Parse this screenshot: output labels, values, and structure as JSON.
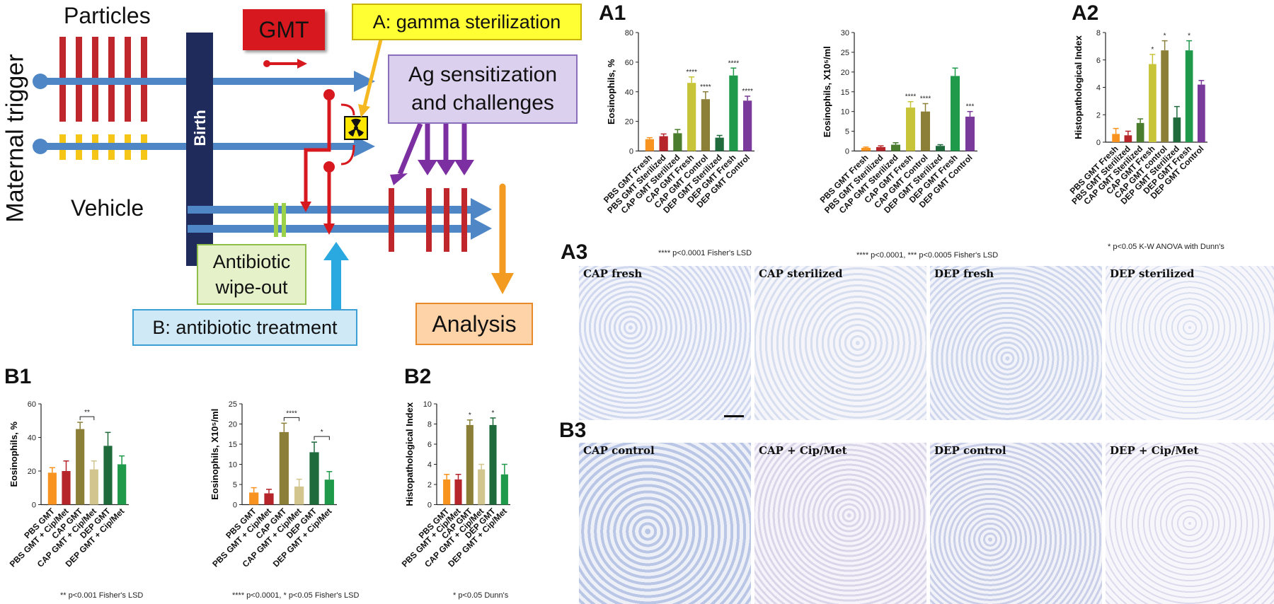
{
  "schematic": {
    "particles": "Particles",
    "vehicle": "Vehicle",
    "maternal_trigger": "Maternal trigger",
    "birth": "Birth",
    "gmt": "GMT",
    "gamma": "A: gamma sterilization",
    "ag": "Ag sensitization and challenges",
    "antibiotic_wipeout": "Antibiotic wipe-out",
    "antibiotic_treatment": "B: antibiotic treatment",
    "analysis": "Analysis",
    "colors": {
      "particles": "#c0272d",
      "vehicle": "#f5c518",
      "arrow": "#4f86c6",
      "birth": "#1f2b5a",
      "gmt": "#d7191f",
      "gamma": "#ffff33",
      "ag": "#dcd0ef",
      "wipe": "#e4f1c9",
      "treat": "#cfe9f7",
      "analysis": "#ffd3a8",
      "orange": "#f39a20",
      "purple": "#7b2fa0",
      "cyan": "#2aa8e0"
    }
  },
  "panel_letters": {
    "a1": "A1",
    "a2": "A2",
    "a3": "A3",
    "b1": "B1",
    "b2": "B2",
    "b3": "B3"
  },
  "notes": {
    "a1_left": "**** p<0.0001 Fisher's LSD",
    "a1_right": "**** p<0.0001, *** p<0.0005 Fisher's LSD",
    "a2": "* p<0.05 K-W ANOVA with Dunn's",
    "b1_left": "** p<0.001 Fisher's LSD",
    "b1_right": "**** p<0.0001, * p<0.05 Fisher's LSD",
    "b2": "* p<0.05 Dunn's"
  },
  "micrographs": {
    "a3": [
      "CAP fresh",
      "CAP sterilized",
      "DEP fresh",
      "DEP sterilized"
    ],
    "b3": [
      "CAP control",
      "CAP + Cip/Met",
      "DEP control",
      "DEP + Cip/Met"
    ]
  },
  "chart_data": [
    {
      "id": "a1_eos_pct",
      "type": "bar",
      "ylabel": "Eosinophils, %",
      "ylim": [
        0,
        80
      ],
      "yticks": [
        0,
        20,
        40,
        60,
        80
      ],
      "categories": [
        "PBS GMT Fresh",
        "PBS GMT Sterilized",
        "CAP GMT Sterilized",
        "CAP GMT Fresh",
        "CAP GMT Control",
        "DEP GMT Sterilized",
        "DEP GMT Fresh",
        "DEP GMT Control"
      ],
      "values": [
        8,
        10,
        12,
        46,
        35,
        9,
        51,
        34
      ],
      "errors": [
        1,
        1.5,
        2.5,
        4,
        5,
        1.5,
        5,
        3
      ],
      "sig": [
        "",
        "",
        "",
        "****",
        "****",
        "",
        "****",
        "****"
      ],
      "colors": [
        "#f7931e",
        "#b5252a",
        "#4a7d2e",
        "#c8c43a",
        "#8c8038",
        "#1f6b3c",
        "#1e9a4a",
        "#7a3a9c"
      ]
    },
    {
      "id": "a1_eos_abs",
      "type": "bar",
      "ylabel": "Eosinophils, X10⁵/ml",
      "ylim": [
        0,
        30
      ],
      "yticks": [
        0,
        5,
        10,
        15,
        20,
        25,
        30
      ],
      "categories": [
        "PBS GMT Fresh",
        "PBS GMT Sterilized",
        "CAP GMT Sterilized",
        "CAP GMT Fresh",
        "CAP GMT Control",
        "DEP GMT Sterilized",
        "DEP GMT Fresh",
        "DEP GMT Control"
      ],
      "values": [
        0.8,
        1,
        1.6,
        11,
        10,
        1.3,
        19,
        8.7
      ],
      "errors": [
        0.2,
        0.3,
        0.5,
        1.5,
        2,
        0.3,
        2,
        1.3
      ],
      "sig": [
        "",
        "",
        "",
        "****",
        "****",
        "",
        "",
        "***"
      ],
      "colors": [
        "#f7931e",
        "#b5252a",
        "#4a7d2e",
        "#c8c43a",
        "#8c8038",
        "#1f6b3c",
        "#1e9a4a",
        "#7a3a9c"
      ]
    },
    {
      "id": "a2_histo",
      "type": "bar",
      "ylabel": "Histopathological Index",
      "ylim": [
        0,
        8
      ],
      "yticks": [
        0,
        2,
        4,
        6,
        8
      ],
      "categories": [
        "PBS GMT Fresh",
        "PBS GMT Sterilized",
        "CAP GMT Sterilized",
        "CAP GMT Fresh",
        "CAP GMT control",
        "DEP GMT Sterilized",
        "DEP GMT Fresh",
        "DEP GMT Control"
      ],
      "values": [
        0.6,
        0.5,
        1.4,
        5.7,
        6.7,
        1.8,
        6.7,
        4.2
      ],
      "errors": [
        0.4,
        0.3,
        0.3,
        0.7,
        0.7,
        0.8,
        0.7,
        0.3
      ],
      "sig": [
        "",
        "",
        "",
        "*",
        "*",
        "",
        "*",
        ""
      ],
      "colors": [
        "#f7931e",
        "#b5252a",
        "#4a7d2e",
        "#c8c43a",
        "#8c8038",
        "#1f6b3c",
        "#1e9a4a",
        "#7a3a9c"
      ]
    },
    {
      "id": "b1_eos_pct",
      "type": "bar",
      "ylabel": "Eosinophils, %",
      "ylim": [
        0,
        60
      ],
      "yticks": [
        0,
        20,
        40,
        60
      ],
      "categories": [
        "PBS GMT",
        "PBS GMT + Cip/Met",
        "CAP GMT",
        "CAP GMT + Cip/Met",
        "DEP GMT",
        "DEP GMT + Cip/Met"
      ],
      "values": [
        19,
        20,
        45,
        21,
        35,
        24
      ],
      "errors": [
        3,
        6,
        4,
        5,
        8,
        5
      ],
      "sig": [
        "",
        "",
        "",
        "",
        "",
        ""
      ],
      "brackets": [
        {
          "from": 2,
          "to": 3,
          "label": "**"
        }
      ],
      "colors": [
        "#f7931e",
        "#b5252a",
        "#8c8038",
        "#d2c58e",
        "#1f6b3c",
        "#1e9a4a"
      ]
    },
    {
      "id": "b1_eos_abs",
      "type": "bar",
      "ylabel": "Eosinophils, X10⁵/ml",
      "ylim": [
        0,
        25
      ],
      "yticks": [
        0,
        5,
        10,
        15,
        20,
        25
      ],
      "categories": [
        "PBS GMT",
        "PBS GMT + Cip/Met",
        "CAP GMT",
        "CAP GMT + Cip/Met",
        "DEP GMT",
        "DEP GMT + Cip/Met"
      ],
      "values": [
        3,
        2.8,
        18,
        4.5,
        13,
        6.2
      ],
      "errors": [
        1.2,
        1,
        2.2,
        1.8,
        2.5,
        2
      ],
      "sig": [
        "",
        "",
        "",
        "",
        "",
        ""
      ],
      "brackets": [
        {
          "from": 2,
          "to": 3,
          "label": "****"
        },
        {
          "from": 4,
          "to": 5,
          "label": "*"
        }
      ],
      "colors": [
        "#f7931e",
        "#b5252a",
        "#8c8038",
        "#d2c58e",
        "#1f6b3c",
        "#1e9a4a"
      ]
    },
    {
      "id": "b2_histo",
      "type": "bar",
      "ylabel": "Histopathological Index",
      "ylim": [
        0,
        10
      ],
      "yticks": [
        0,
        2,
        4,
        6,
        8,
        10
      ],
      "categories": [
        "PBS GMT",
        "PBS GMT + Cip/Met",
        "CAP GMT",
        "CAP GMT + Cip/Met",
        "DEP GMT",
        "DEP GMT + Cip/Met"
      ],
      "values": [
        2.5,
        2.5,
        7.9,
        3.5,
        7.9,
        3
      ],
      "errors": [
        0.5,
        0.5,
        0.5,
        0.5,
        0.7,
        1
      ],
      "sig": [
        "",
        "",
        "*",
        "",
        "*",
        ""
      ],
      "colors": [
        "#f7931e",
        "#b5252a",
        "#8c8038",
        "#d2c58e",
        "#1f6b3c",
        "#1e9a4a"
      ]
    }
  ]
}
